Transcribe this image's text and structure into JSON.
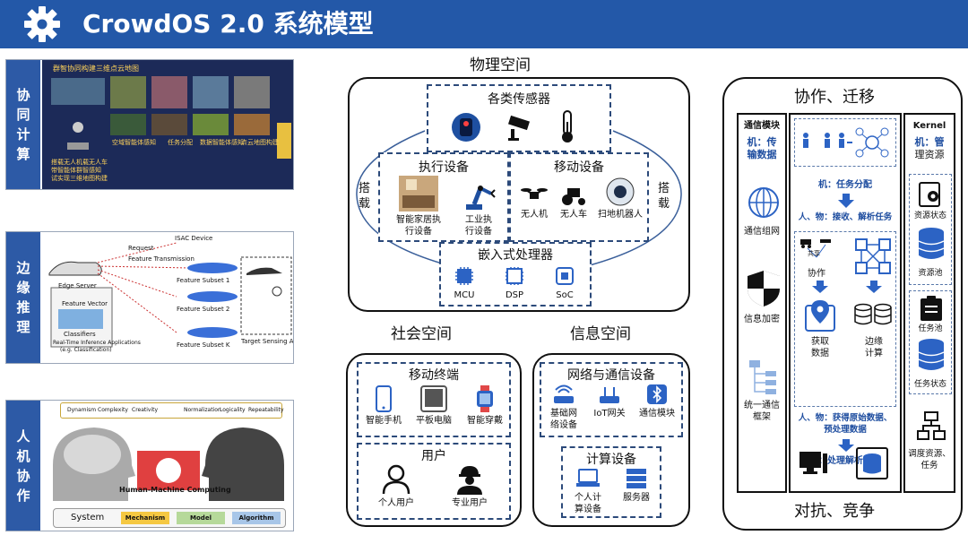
{
  "header": {
    "title": "CrowdOS 2.0 系统模型",
    "icon": "gear-icon",
    "bg_color": "#2358a8"
  },
  "left": {
    "coop": {
      "label": [
        "协",
        "同",
        "计",
        "算"
      ],
      "map_title": "群智协同构建三维点云地图",
      "steps": [
        "空域智能体感知",
        "任务分配",
        "数据智能体感知",
        "点云地图构建"
      ],
      "side_text": [
        "搭载无人机载无人车",
        "带智能体群智感知",
        "试实现三维地图构建"
      ]
    },
    "edge": {
      "label": [
        "边",
        "缘",
        "推",
        "理"
      ],
      "texts": [
        "ISAC Device",
        "Request",
        "Feature Transmission",
        "Edge Server",
        "Feature Vector",
        "Classifiers",
        "Real-Time Inference Applications",
        "(e.g. Classification)",
        "Feature Subset 1",
        "Feature Subset 2",
        "Feature Subset K",
        "Target Sensing Area"
      ]
    },
    "hmc": {
      "label": [
        "人",
        "机",
        "协",
        "作"
      ],
      "chips": [
        "Dynamism",
        "Complexity",
        "Creativity",
        "Normalization",
        "Logicality",
        "Repeatability"
      ],
      "center_label": "Human-Machine Computing",
      "system": "System",
      "buttons": [
        "Mechanism",
        "Model",
        "Algorithm"
      ]
    }
  },
  "physical": {
    "title": "物理空间",
    "mount_left": [
      "搭",
      "载"
    ],
    "mount_right": [
      "搭",
      "载"
    ],
    "sensors": {
      "title": "各类传感器"
    },
    "actuators": {
      "title": "执行设备",
      "items": [
        [
          "智能家居执",
          "行设备"
        ],
        [
          "工业执",
          "行设备"
        ]
      ]
    },
    "mobile": {
      "title": "移动设备",
      "items": [
        "无人机",
        "无人车",
        "扫地机器人"
      ]
    },
    "embedded": {
      "title": "嵌入式处理器",
      "items": [
        "MCU",
        "DSP",
        "SoC"
      ]
    }
  },
  "social": {
    "title": "社会空间",
    "terminals": {
      "title": "移动终端",
      "items": [
        "智能手机",
        "平板电脑",
        "智能穿戴"
      ]
    },
    "users": {
      "title": "用户",
      "items": [
        "个人用户",
        "专业用户"
      ]
    }
  },
  "info": {
    "title": "信息空间",
    "network": {
      "title": "网络与通信设备",
      "items": [
        [
          "基础网",
          "络设备"
        ],
        [
          "IoT网关"
        ],
        [
          "通信模块"
        ]
      ]
    },
    "compute": {
      "title": "计算设备",
      "items": [
        [
          "个人计",
          "算设备"
        ],
        [
          "服务器"
        ]
      ]
    }
  },
  "right": {
    "top_title": "协作、迁移",
    "bottom_title": "对抗、竞争",
    "comm_module": "通信模块",
    "machine_transfer": [
      "机：传",
      "输数据"
    ],
    "comm_network": "通信组网",
    "info_encrypt": "信息加密",
    "unified_frame": [
      "统一通信",
      "框架"
    ],
    "task_assign": "机：任务分配",
    "receive_parse": "人、物：接收、解析任务",
    "share": "共享",
    "cooperate": "协作",
    "acquire": [
      "获取",
      "数据"
    ],
    "edge_compute": [
      "边缘",
      "计算"
    ],
    "obtain_preprocess": [
      "人、物：获得原始数据、",
      "预处理数据"
    ],
    "process_results": "机：处理解析数据",
    "kernel": "Kernel",
    "manage_resource": [
      "机：管",
      "理资源"
    ],
    "resource_status": "资源状态",
    "resource_pool": "资源池",
    "task_pool": "任务池",
    "task_status": "任务状态",
    "schedule": [
      "调度资源、",
      "任务"
    ]
  }
}
